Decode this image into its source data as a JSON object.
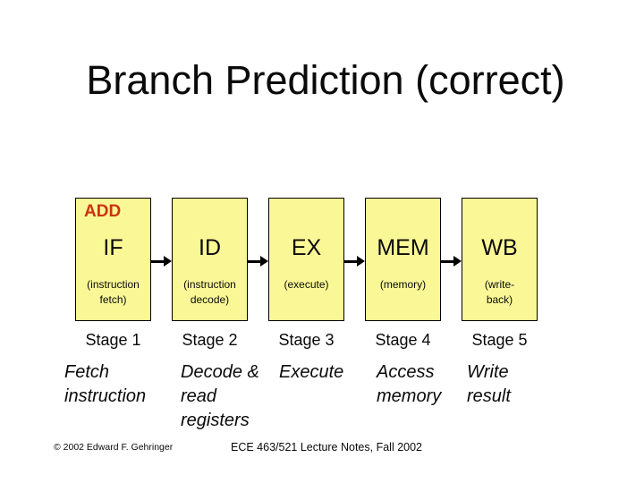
{
  "slide": {
    "title": "Branch Prediction (correct)",
    "colors": {
      "background": "#ffffff",
      "box_fill": "#faf896",
      "box_border": "#000000",
      "instruction_red": "#cc3311",
      "text": "#0a0a0a"
    },
    "pipeline": {
      "instruction_label": "ADD",
      "stages": [
        {
          "acronym": "IF",
          "subtitle": "(instruction\nfetch)",
          "stage_label": "Stage 1",
          "description": "Fetch\ninstruction"
        },
        {
          "acronym": "ID",
          "subtitle": "(instruction\ndecode)",
          "stage_label": "Stage 2",
          "description": "Decode &\nread\nregisters"
        },
        {
          "acronym": "EX",
          "subtitle": "(execute)",
          "stage_label": "Stage 3",
          "description": "Execute"
        },
        {
          "acronym": "MEM",
          "subtitle": "(memory)",
          "stage_label": "Stage 4",
          "description": "Access\nmemory"
        },
        {
          "acronym": "WB",
          "subtitle": "(write-\nback)",
          "stage_label": "Stage 5",
          "description": "Write\nresult"
        }
      ]
    },
    "footer": {
      "copyright": "© 2002 Edward F. Gehringer",
      "course": "ECE 463/521 Lecture Notes, Fall 2002"
    }
  }
}
